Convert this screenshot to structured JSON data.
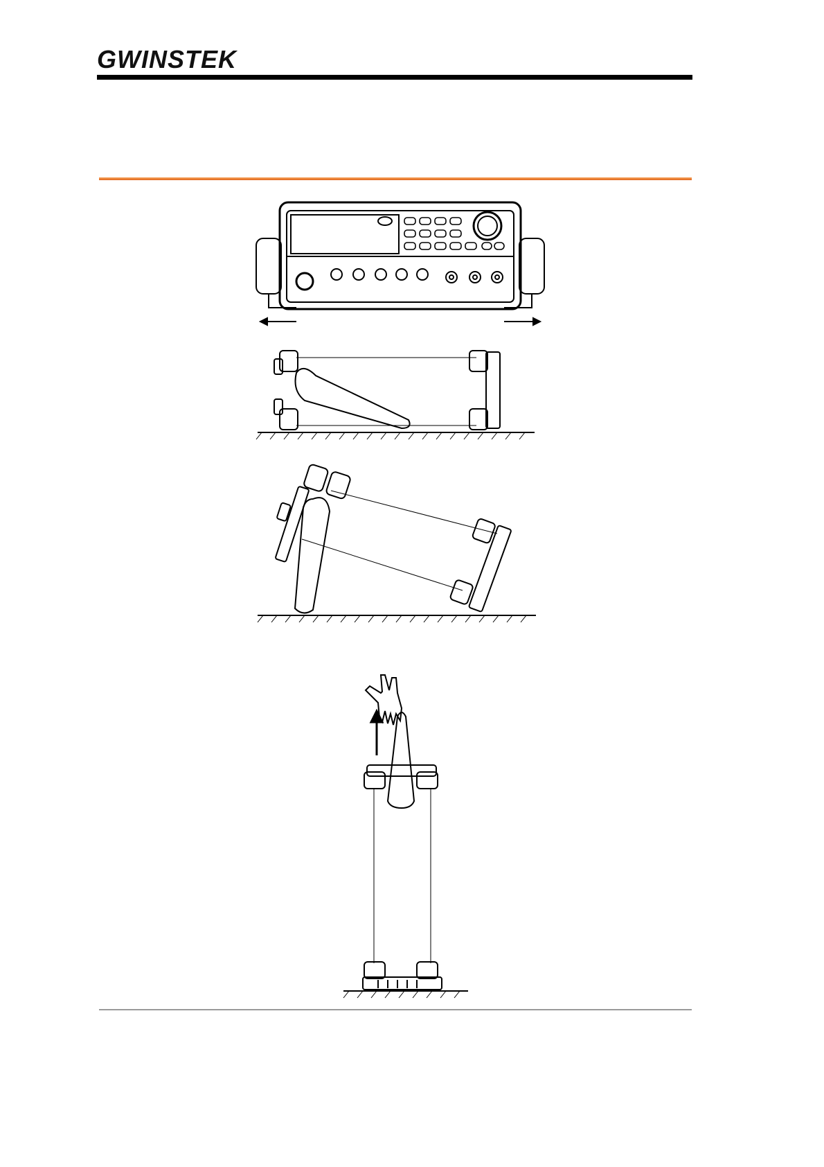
{
  "brand": {
    "name": "GWINSTEK",
    "logo_icon": "gw-instek-logo"
  },
  "colors": {
    "accent_rule": "#e8772e",
    "header_rule": "#000000",
    "footer_rule": "#9a9a9a"
  },
  "figures": [
    {
      "name": "front-panel-pull-handle",
      "icon": "instrument-front-panel-with-outward-arrows"
    },
    {
      "name": "side-view-handle-down",
      "icon": "side-view-handle-folded"
    },
    {
      "name": "side-view-handle-tilted",
      "icon": "side-view-handle-stand"
    },
    {
      "name": "upright-handle-lift",
      "icon": "upright-instrument-hand-lift"
    }
  ]
}
